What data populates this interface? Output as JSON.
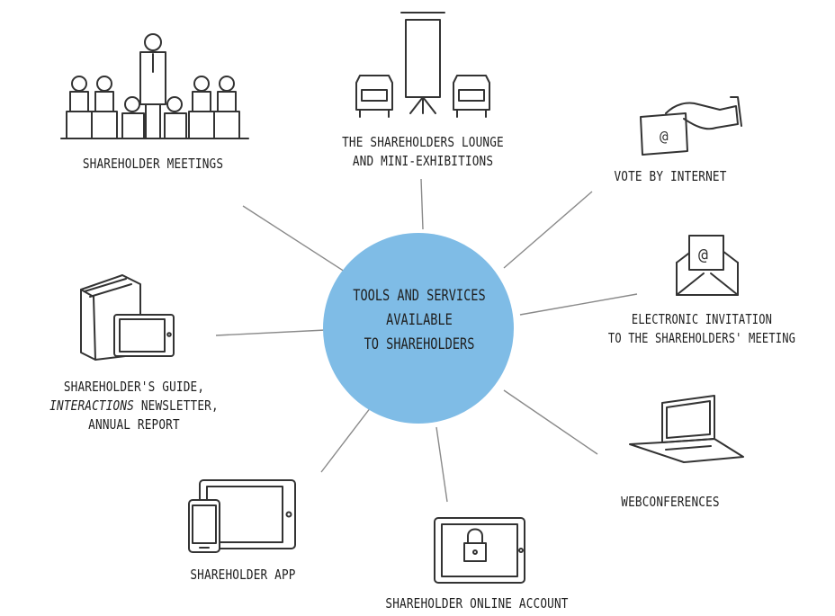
{
  "center": {
    "lines": [
      "TOOLS AND SERVICES",
      "AVAILABLE",
      "TO SHAREHOLDERS"
    ],
    "color": "#7fbce6"
  },
  "items": [
    {
      "id": "meetings",
      "icon": "audience-presenter-icon",
      "lines": [
        "SHAREHOLDER MEETINGS"
      ]
    },
    {
      "id": "lounge",
      "icon": "armchairs-flipchart-icon",
      "lines": [
        "THE SHAREHOLDERS LOUNGE",
        "AND MINI-EXHIBITIONS"
      ]
    },
    {
      "id": "vote",
      "icon": "hand-ballot-icon",
      "lines": [
        "VOTE BY INTERNET"
      ]
    },
    {
      "id": "invitation",
      "icon": "email-envelope-icon",
      "lines": [
        "ELECTRONIC INVITATION",
        "TO THE SHAREHOLDERS' MEETING"
      ]
    },
    {
      "id": "webconf",
      "icon": "laptop-icon",
      "lines": [
        "WEBCONFERENCES"
      ]
    },
    {
      "id": "account",
      "icon": "padlock-tablet-icon",
      "lines": [
        "SHAREHOLDER ONLINE ACCOUNT"
      ]
    },
    {
      "id": "app",
      "icon": "tablet-phone-icon",
      "lines": [
        "SHAREHOLDER APP"
      ]
    },
    {
      "id": "guide",
      "icon": "book-tablet-icon",
      "lines": [
        "SHAREHOLDER'S GUIDE,",
        "NEWSLETTER,",
        "ANNUAL REPORT"
      ],
      "italic_prefix": "INTERACTIONS"
    }
  ]
}
